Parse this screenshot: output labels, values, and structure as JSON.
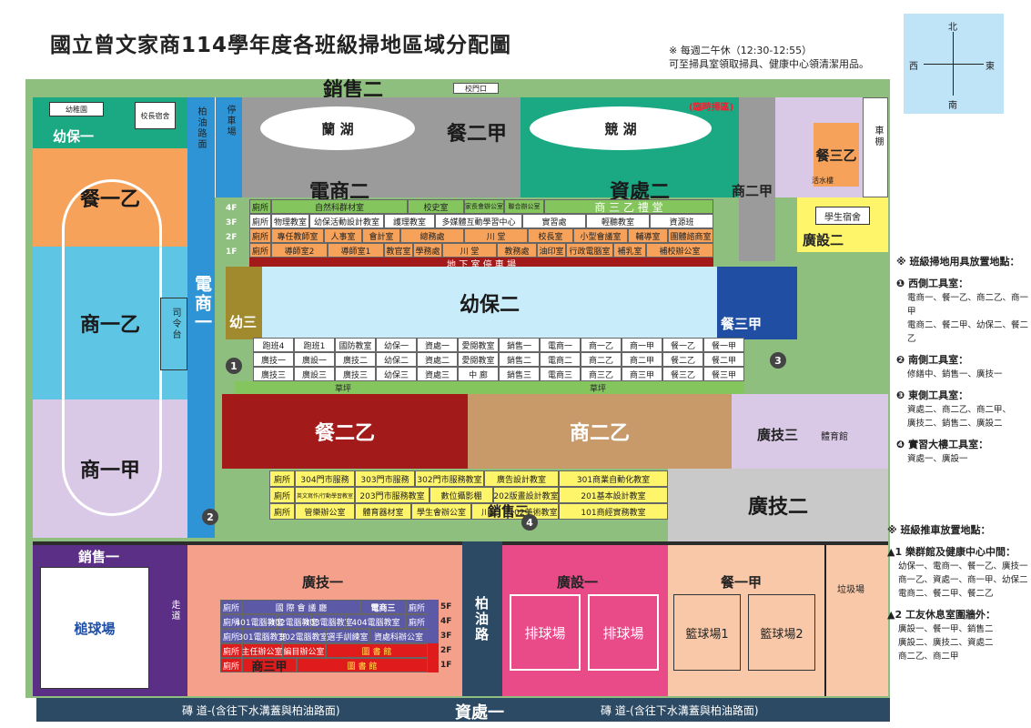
{
  "title": "國立曾文家商114學年度各班級掃地區域分配圖",
  "note": {
    "line1": "※ 每週二午休（12:30-12:55）",
    "line2": "可至掃具室領取掃具、健康中心領清潔用品。"
  },
  "compass": {
    "north": "北",
    "south": "南",
    "east": "東",
    "west": "西"
  },
  "colors": {
    "orange": "#f6a25b",
    "blue_track": "#5ec5e4",
    "lilac": "#d9c8e6",
    "navy": "#1f4ea3",
    "blue_road": "#2f94d6",
    "green": "#84c55d",
    "teal": "#1aa983",
    "grey": "#9b9b9b",
    "maroon": "#a31a1a",
    "tan": "#c89a6a",
    "purple": "#5c2f86",
    "salmon": "#f5a08a",
    "pink": "#e94a88",
    "peach": "#f9c8a8",
    "yellow": "#fff56a",
    "dark_road": "#2c4a63",
    "lightblue": "#c9ecfa",
    "olive": "#a08a2d"
  },
  "zones": {
    "sales2_top": "銷售二",
    "kindergarten": "幼稚園",
    "principal": "校長宿舍",
    "preschool1": "幼保一",
    "cater1b": "餐一乙",
    "biz1b": "商一乙",
    "biz1a": "商一甲",
    "asphalt_road": "柏油路面",
    "parking": "停車場",
    "lan_lake": "蘭 湖",
    "cater2a": "餐二甲",
    "jing_lake": "競 湖",
    "temp_area": "(臨時掃區)",
    "ebiz2": "電商二",
    "data2": "資處二",
    "biz2a": "商二甲",
    "cater3": "餐三乙",
    "hot_water": "活水樓",
    "car_shed": "車棚",
    "dorm": "學生宿舍",
    "design2": "廣設二",
    "ebiz1": "電商一",
    "podium": "司令台",
    "preschool3": "幼三",
    "preschool2": "幼保二",
    "cater3a": "餐三甲",
    "cater2b": "餐二乙",
    "biz2b": "商二乙",
    "adtech3": "廣技三",
    "gym": "體育館",
    "adtech2": "廣技二",
    "sales1": "銷售一",
    "adtech1": "廣技一",
    "ebiz3": "電商三",
    "biz3a": "商三甲",
    "design1": "廣設一",
    "cater1a": "餐一甲",
    "asphalt_road2": "柏油路",
    "volleyball1": "排球場",
    "volleyball2": "排球場",
    "basketball1": "籃球場1",
    "basketball2": "籃球場2",
    "garbage": "垃圾場",
    "dodgeball": "槌球場",
    "walkway": "走道",
    "data1": "資處一",
    "brick_road_left": "磚 道-(含往下水溝蓋與柏油路面)",
    "brick_road_right": "磚 道-(含往下水溝蓋與柏油路面)",
    "sales3": "銷售三",
    "lawn1": "草坪",
    "lawn2": "草坪",
    "gate": "校門口"
  },
  "building_top": {
    "row4f": [
      "廁所",
      "自然科群材室",
      "校史室",
      "家長會辦公室",
      "聯合辦公室",
      "商 三 乙 禮 堂"
    ],
    "row3f": [
      "廁所",
      "物理教室",
      "幼保活動設計教室",
      "護理教室",
      "多媒體互動學習中心",
      "實習處",
      "輕聽教室",
      "資源班"
    ],
    "row2f": [
      "廁所",
      "專任教師室",
      "人事室",
      "會計室",
      "總務處",
      "川 堂",
      "校長室",
      "小型會議室",
      "輔導室",
      "團體諮商室"
    ],
    "row1f": [
      "廁所",
      "導師室2",
      "導師室1",
      "教官室",
      "學務處",
      "川 堂",
      "教務處",
      "油印室",
      "行政電腦室",
      "補乳室",
      "補校辦公室"
    ],
    "basement": "地 下 室 停 車 場"
  },
  "class_rows": {
    "row1": [
      "跑班4",
      "跑班1",
      "國防教室",
      "幼保一",
      "資處一",
      "愛閱教室",
      "銷售一",
      "電商一",
      "商一乙",
      "商一甲",
      "餐一乙",
      "餐一甲"
    ],
    "row2": [
      "廣技一",
      "廣設一",
      "廣技二",
      "幼保二",
      "資處二",
      "愛閱教室",
      "銷售二",
      "電商二",
      "商二乙",
      "商二甲",
      "餐二乙",
      "餐二甲"
    ],
    "row3": [
      "廣技三",
      "廣設三",
      "廣技三",
      "幼保三",
      "資處三",
      "中 廊",
      "銷售三",
      "電商三",
      "商三乙",
      "商三甲",
      "餐三乙",
      "餐三甲"
    ]
  },
  "building_south": {
    "row1": [
      "廁所",
      "304門市服務",
      "303門市服務",
      "302門市服務教室",
      "廣告設計教室",
      "301商業自動化教室"
    ],
    "row2": [
      "廁所",
      "英文寫作/行動學習教室",
      "203門市服務教室",
      "數位攝影棚",
      "202版畫設計教室",
      "201基本設計教室"
    ],
    "row3": [
      "廁所",
      "管樂辦公室",
      "體育器材室",
      "學生會辦公室",
      "川堂",
      "102美術教室",
      "101商經實務教室"
    ]
  },
  "building_sw": {
    "row5": [
      "廁所",
      "國 際 會 議 廳",
      "電商三",
      "廁所"
    ],
    "row4": [
      "廁所",
      "401電腦教室",
      "402電腦教室",
      "403電腦教室",
      "404電腦教室",
      "廁所"
    ],
    "row3": [
      "廁所",
      "301電腦教室",
      "302電腦教室",
      "選手訓練室",
      "資處科辦公室"
    ],
    "row2": [
      "廁所",
      "主任辦公室",
      "編目辦公室",
      "圖 書 館"
    ],
    "row1": [
      "廁所",
      "商三甲",
      "圖 書 館"
    ]
  },
  "floors": [
    "4F",
    "3F",
    "2F",
    "1F"
  ],
  "floors5": [
    "5F",
    "4F",
    "3F",
    "2F",
    "1F"
  ],
  "markers": [
    "1",
    "2",
    "3",
    "4"
  ],
  "legend": {
    "tools_title": "※ 班級掃地用具放置地點：",
    "t1_title": "西側工具室：",
    "t1_body": "電商一、餐一乙、商二乙、商一甲\n電商二、餐二甲、幼保二、餐二乙",
    "t2_title": "南側工具室：",
    "t2_body": "修繕中、銷售一、廣技一",
    "t3_title": "東側工具室：",
    "t3_body": "資處二、商二乙、商二甲、\n廣技二、銷售二、廣設二",
    "t4_title": "實習大樓工具室：",
    "t4_body": "資處一、廣設一",
    "carts_title": "※ 班級推車放置地點：",
    "c1_title": "樂群館及健康中心中間：",
    "c1_body": "幼保一、電商一、餐一乙、廣技一\n商一乙、資處一、商一甲、幼保二\n電商二、餐二甲、餐二乙",
    "c2_title": "工友休息室圍牆外：",
    "c2_body": "廣設一、餐一甲、銷售二\n廣設二、廣技二、資處二\n商二乙、商二甲"
  }
}
